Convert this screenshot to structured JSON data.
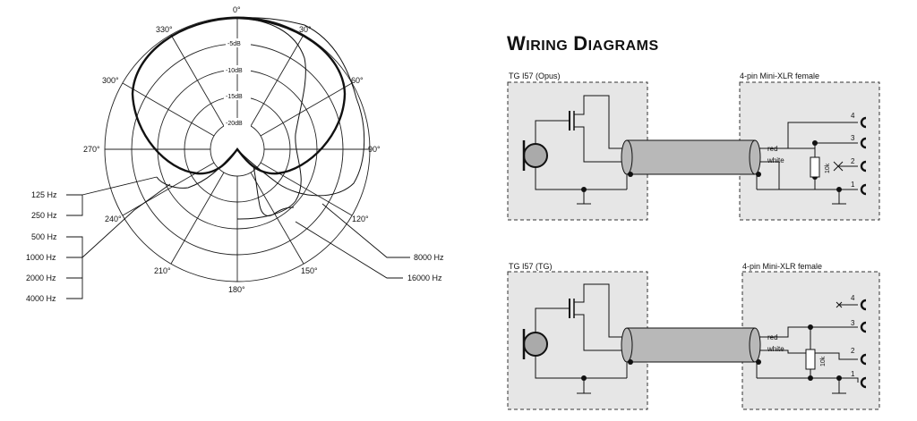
{
  "polar": {
    "angle_labels": [
      "0°",
      "30°",
      "60°",
      "90°",
      "120°",
      "150°",
      "180°",
      "210°",
      "240°",
      "270°",
      "300°",
      "330°"
    ],
    "db_labels": [
      "-5dB",
      "-10dB",
      "-15dB",
      "-20dB"
    ],
    "legend_left": [
      "125 Hz",
      "250 Hz",
      "500 Hz",
      "1000 Hz",
      "2000 Hz",
      "4000 Hz"
    ],
    "legend_right": [
      "8000 Hz",
      "16000 Hz"
    ]
  },
  "wiring": {
    "title_big1": "W",
    "title_small1": "IRING",
    "title_big2": "D",
    "title_small2": "IAGRAMS",
    "diagrams": [
      {
        "left_label": "TG I57 (Opus)",
        "right_label": "4-pin Mini-XLR female",
        "wire_red": "red",
        "wire_white": "white",
        "resistor": "10k",
        "pins": [
          "4",
          "3",
          "2",
          "1"
        ]
      },
      {
        "left_label": "TG I57 (TG)",
        "right_label": "4-pin Mini-XLR female",
        "wire_red": "red",
        "wire_white": "white",
        "resistor": "10k",
        "pins": [
          "4",
          "3",
          "2",
          "1"
        ]
      }
    ]
  }
}
